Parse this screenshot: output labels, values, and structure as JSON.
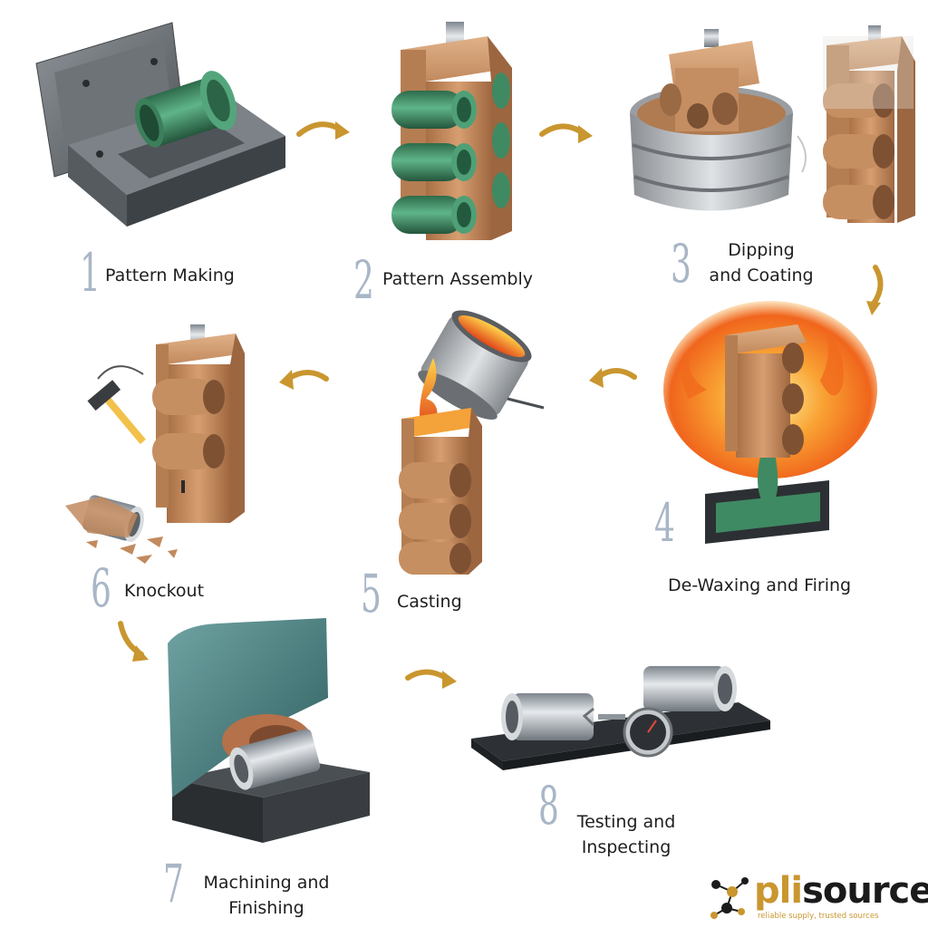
{
  "steps": [
    {
      "number": "1",
      "label": "Pattern Making"
    },
    {
      "number": "2",
      "label": "Pattern Assembly"
    },
    {
      "number": "3",
      "label": "Dipping\nand Coating"
    },
    {
      "number": "4",
      "label": "De-Waxing and Firing"
    },
    {
      "number": "5",
      "label": "Casting"
    },
    {
      "number": "6",
      "label": "Knockout"
    },
    {
      "number": "7",
      "label": "Machining and\nFinishing"
    },
    {
      "number": "8",
      "label": "Testing and\nInspecting"
    }
  ],
  "logo": {
    "word_part1": "pli",
    "word_part2": "sources",
    "tagline": "reliable supply, trusted sources"
  },
  "colors": {
    "arrow": "#c9962f",
    "number": "#a9b6c6",
    "ceramic": "#c28a5e",
    "wax_green": "#3f8a63",
    "steel": "#b9bfc6",
    "mold": "#5f6468",
    "base": "#2e3236",
    "fire": "#f07a1f"
  }
}
